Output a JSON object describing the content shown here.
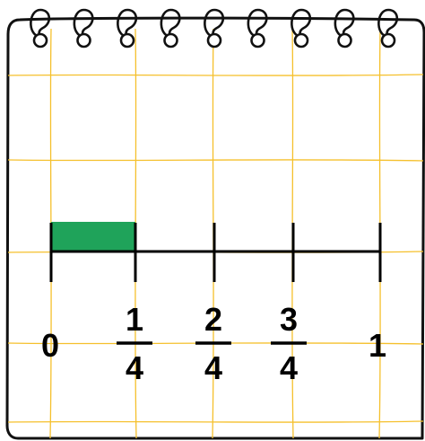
{
  "notebook": {
    "paper_color": "#ffffff",
    "grid_color": "#f5c02c",
    "border_color": "#111111",
    "spiral_ring_count": 9,
    "spiral_icon": "spiral-ring-icon"
  },
  "number_line": {
    "start": 0,
    "end": 1,
    "divisions": 4,
    "shaded_from": 0,
    "shaded_to": 0.25,
    "shade_color": "#1fa35a",
    "labels": [
      {
        "type": "whole",
        "text": "0"
      },
      {
        "type": "fraction",
        "numerator": "1",
        "denominator": "4"
      },
      {
        "type": "fraction",
        "numerator": "2",
        "denominator": "4"
      },
      {
        "type": "fraction",
        "numerator": "3",
        "denominator": "4"
      },
      {
        "type": "whole",
        "text": "1"
      }
    ]
  }
}
